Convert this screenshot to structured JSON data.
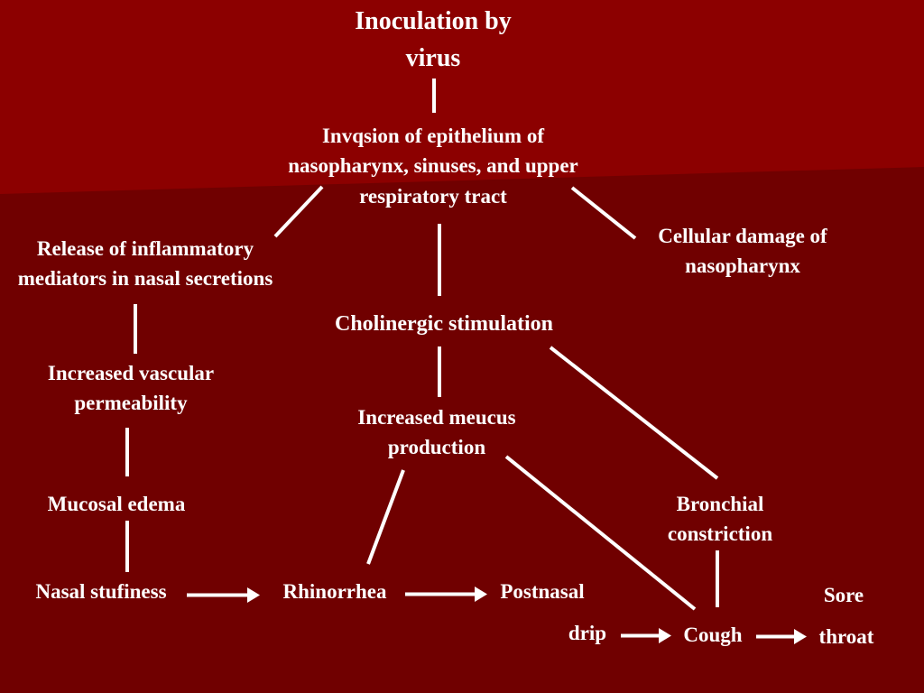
{
  "colors": {
    "background": "#700000",
    "background_accent": "#8f0000",
    "text": "#ffffff",
    "connector": "#ffffff"
  },
  "nodes": {
    "inoculation": [
      "Inoculation by",
      "virus"
    ],
    "invasion": [
      "Invqsion of epithelium of",
      "nasopharynx, sinuses, and upper",
      "respiratory tract"
    ],
    "release": [
      "Release of inflammatory",
      "mediators in nasal secretions"
    ],
    "cellular_damage": [
      "Cellular damage of",
      "nasopharynx"
    ],
    "cholinergic": [
      "Cholinergic stimulation"
    ],
    "vascular": [
      "Increased vascular",
      "permeability"
    ],
    "mucus": [
      "Increased meucus",
      "production"
    ],
    "edema": [
      "Mucosal edema"
    ],
    "bronchial": [
      "Bronchial",
      "constriction"
    ],
    "stuffiness": [
      "Nasal stufiness"
    ],
    "rhinorrhea": [
      "Rhinorrhea"
    ],
    "postnasal": [
      "Postnasal"
    ],
    "drip": [
      "drip"
    ],
    "cough": [
      "Cough"
    ],
    "sore": [
      "Sore"
    ],
    "throat": [
      "throat"
    ]
  }
}
